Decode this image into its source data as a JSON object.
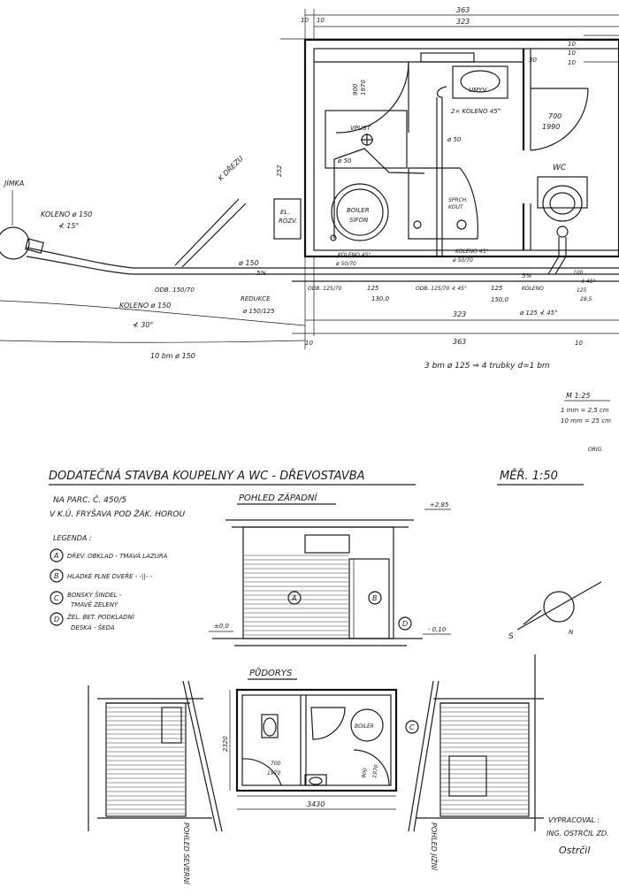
{
  "top_plan": {
    "dims_top": [
      "363",
      "323",
      "10",
      "10"
    ],
    "dims_right": [
      "10",
      "10",
      "10"
    ],
    "dim_30": "30",
    "dims_bottom": [
      "323",
      "363",
      "10",
      "10"
    ],
    "sink_label": "UMYV.",
    "knee_label": "2× KOLENO 45°",
    "door1_label": [
      "700",
      "1990"
    ],
    "door2_label": [
      "900",
      "1970"
    ],
    "wc_label": "WC",
    "vpust_label": "VPUST",
    "phi50_label": "ø 50",
    "phi50b_label": "ø 50",
    "boiler_label": [
      "BOILER",
      "SIFON"
    ],
    "spr_label": [
      "SPRCH.",
      "KOUT"
    ],
    "el_label": [
      "EL.",
      "ROZV."
    ],
    "dim_252": "252",
    "jimka_label": "JÍMKA",
    "koleno150_label": [
      "KOLENO ø 150",
      "⊀ 15°"
    ],
    "k_drezu_label": "K DŘEZU",
    "pipe150_label": "ø 150",
    "slope_label": "5%",
    "slope2_label": "5%",
    "odb_label": "ODB. 150/70",
    "redukce_label": [
      "REDUKCE",
      "ø 150/125"
    ],
    "koleno150b_label": [
      "KOLENO ø 150",
      "⊀ 30°"
    ],
    "len_10bm": "10 bm ø 150",
    "koleno45a": "KOLENO 45°",
    "phi_50_70": "ø 50/70",
    "odb125a": "ODB. 125/70",
    "dim_125a": "125",
    "dim_1300": "130,0",
    "odb125b": "ODB. 125/70 ⊀ 45°",
    "dim_125b": "125",
    "dim_1500": "150,0",
    "koleno45b": "KOLENO 45°",
    "phi_50_70b": "ø 50/70",
    "koleno_r": "KOLENO",
    "phi125_45": "ø 125 ⊀ 45°",
    "dim_125c": "125",
    "dim_285": "28,5",
    "dim_45": "⊀ 45°",
    "dim_100": "100",
    "len_3bm": "3 bm ø 125 ⇒ 4 trubky d=1 bm",
    "scale_m": "M 1:25",
    "scale_1": "1 mm = 2,5 cm",
    "scale_2": "10 mm = 25 cm",
    "orig": "ORIG."
  },
  "sheet": {
    "title": "DODATEČNÁ STAVBA KOUPELNY A WC - DŘEVOSTAVBA",
    "scale": "MĚŘ. 1:50",
    "parcel_1": "NA PARC. Č. 450/5",
    "parcel_2": "V K.Ú. FRYŠAVA POD ŽÁK. HOROU",
    "view_west": "POHLED ZÁPADNÍ",
    "elev_top": "+2,85",
    "elev_zero": "±0,0",
    "elev_minus": "- 0,10",
    "plan_title": "PŮDORYS",
    "view_north": "POHLED SEVERNÍ",
    "view_south": "POHLED JIŽNÍ",
    "width_dim": "3430",
    "depth_dim": "2320",
    "door_a": [
      "700",
      "1970"
    ],
    "door_b": [
      "900",
      "1970"
    ],
    "boiler": "BOILER",
    "compass_s": "S",
    "compass_n": "N",
    "made_by": "VYPRACOVAL :",
    "author": "ING. OSTRČIL ZD.",
    "signature": "Ostrčil"
  },
  "legend": {
    "title": "LEGENDA :",
    "items": [
      {
        "key": "A",
        "text": "DŘEV. OBKLAD - TMAVÁ LAZURA"
      },
      {
        "key": "B",
        "text": "HLADKÉ PLNÉ DVEŘE - -||- -"
      },
      {
        "key": "C",
        "text": [
          "BONSKÝ ŠINDEL -",
          "TMAVĚ ZELENÝ"
        ]
      },
      {
        "key": "D",
        "text": [
          "ŽEL. BET. PODKLADNÍ",
          "DESKA - ŠEDÁ"
        ]
      }
    ]
  },
  "markers": {
    "a": "A",
    "b": "B",
    "c": "C",
    "d": "D"
  }
}
